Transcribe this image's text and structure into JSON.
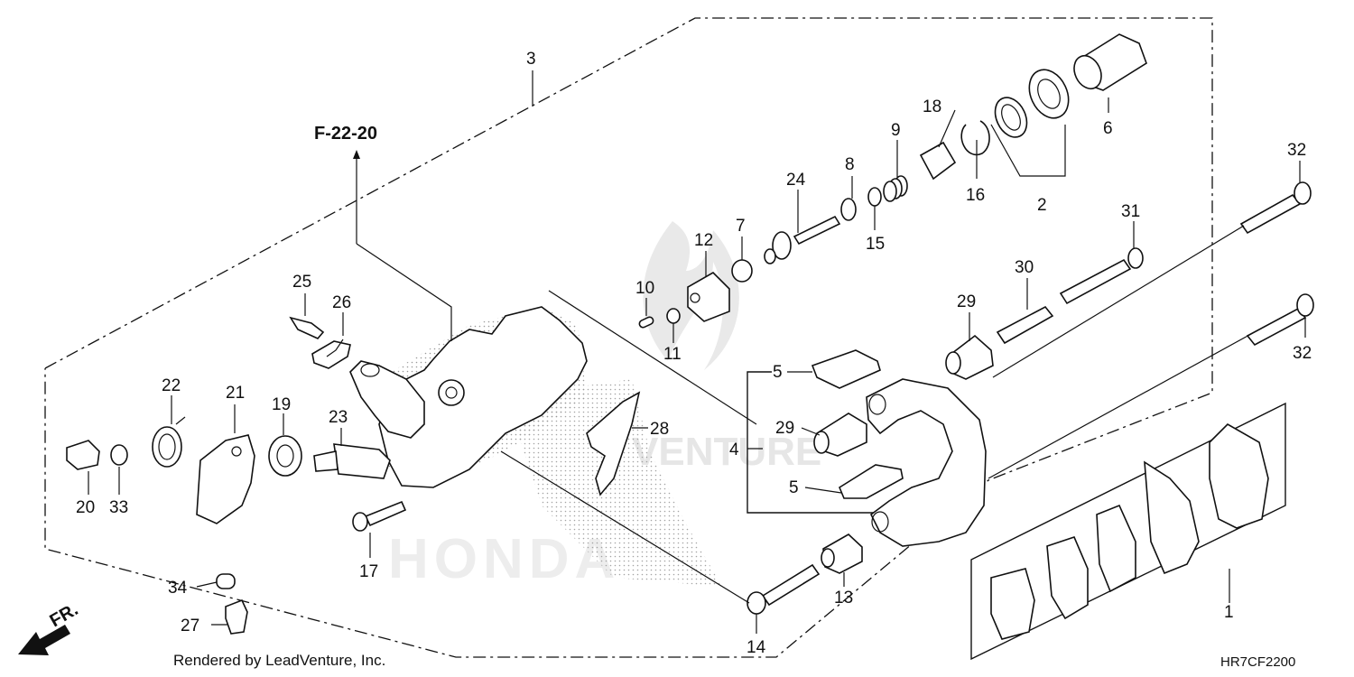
{
  "ref_label": "F-22-20",
  "footer": "Rendered by LeadVenture, Inc.",
  "diagram_code": "HR7CF2200",
  "direction_label": "FR.",
  "watermark": {
    "text_top": "VENTURE",
    "text_bottom": "HONDA"
  },
  "callouts": {
    "c1": "1",
    "c2": "2",
    "c3": "3",
    "c4": "4",
    "c5a": "5",
    "c5b": "5",
    "c6": "6",
    "c7": "7",
    "c8": "8",
    "c9": "9",
    "c10": "10",
    "c11": "11",
    "c12": "12",
    "c13": "13",
    "c14": "14",
    "c15": "15",
    "c16": "16",
    "c17": "17",
    "c18": "18",
    "c19": "19",
    "c20": "20",
    "c21": "21",
    "c22": "22",
    "c23": "23",
    "c24": "24",
    "c25": "25",
    "c26": "26",
    "c27": "27",
    "c28": "28",
    "c29a": "29",
    "c29b": "29",
    "c30": "30",
    "c31": "31",
    "c32a": "32",
    "c32b": "32",
    "c33": "33",
    "c34": "34"
  }
}
